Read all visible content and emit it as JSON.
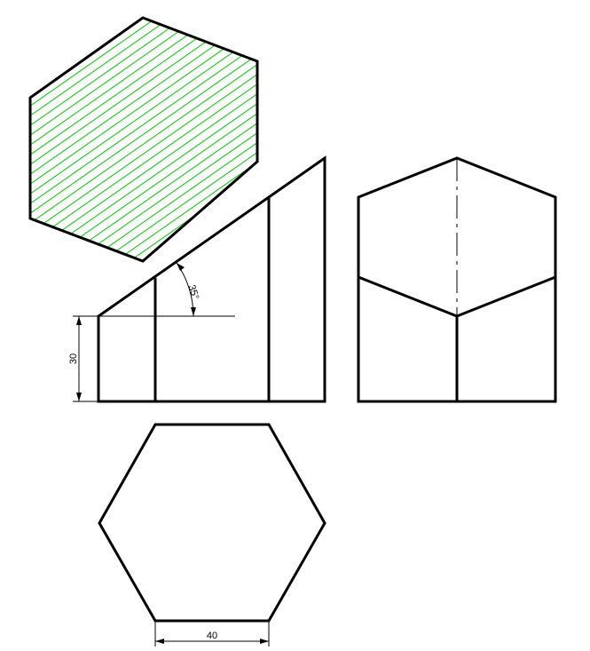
{
  "section_view": {
    "hatch_color": "#00cc00"
  },
  "dimensions": {
    "height": "30",
    "width": "40",
    "angle": "35°"
  }
}
